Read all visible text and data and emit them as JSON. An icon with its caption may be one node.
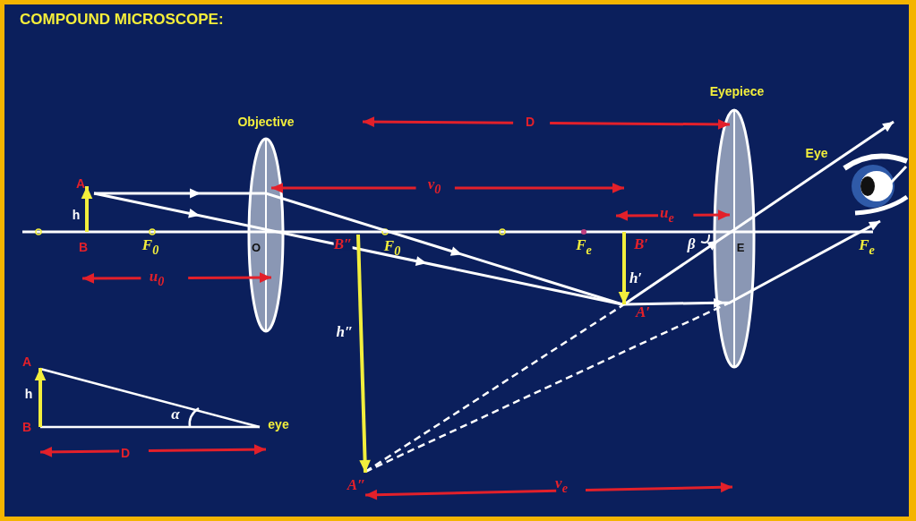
{
  "diagram": {
    "title": "COMPOUND MICROSCOPE:",
    "nodes": [
      {
        "text": [
          "Objective",
          "O"
        ]
      },
      {
        "text": [
          "Eyepiece",
          "E"
        ]
      },
      {
        "text": [
          "Eye"
        ]
      }
    ],
    "labels": [
      "D",
      "*v*$_{0}$",
      "A",
      "*u*$_{e}$",
      "h",
      "B",
      "*F*$_{0}$",
      "B″",
      "*F*$_{0}$",
      "*F*$_{e}$",
      "B′",
      "β",
      "*F*$_{e}$",
      "h′",
      "*u*$_{0}$",
      "A′",
      "h″",
      "A",
      "h",
      "α",
      "B",
      "eye",
      "D",
      "A″",
      "*v*$_{e}$"
    ]
  }
}
